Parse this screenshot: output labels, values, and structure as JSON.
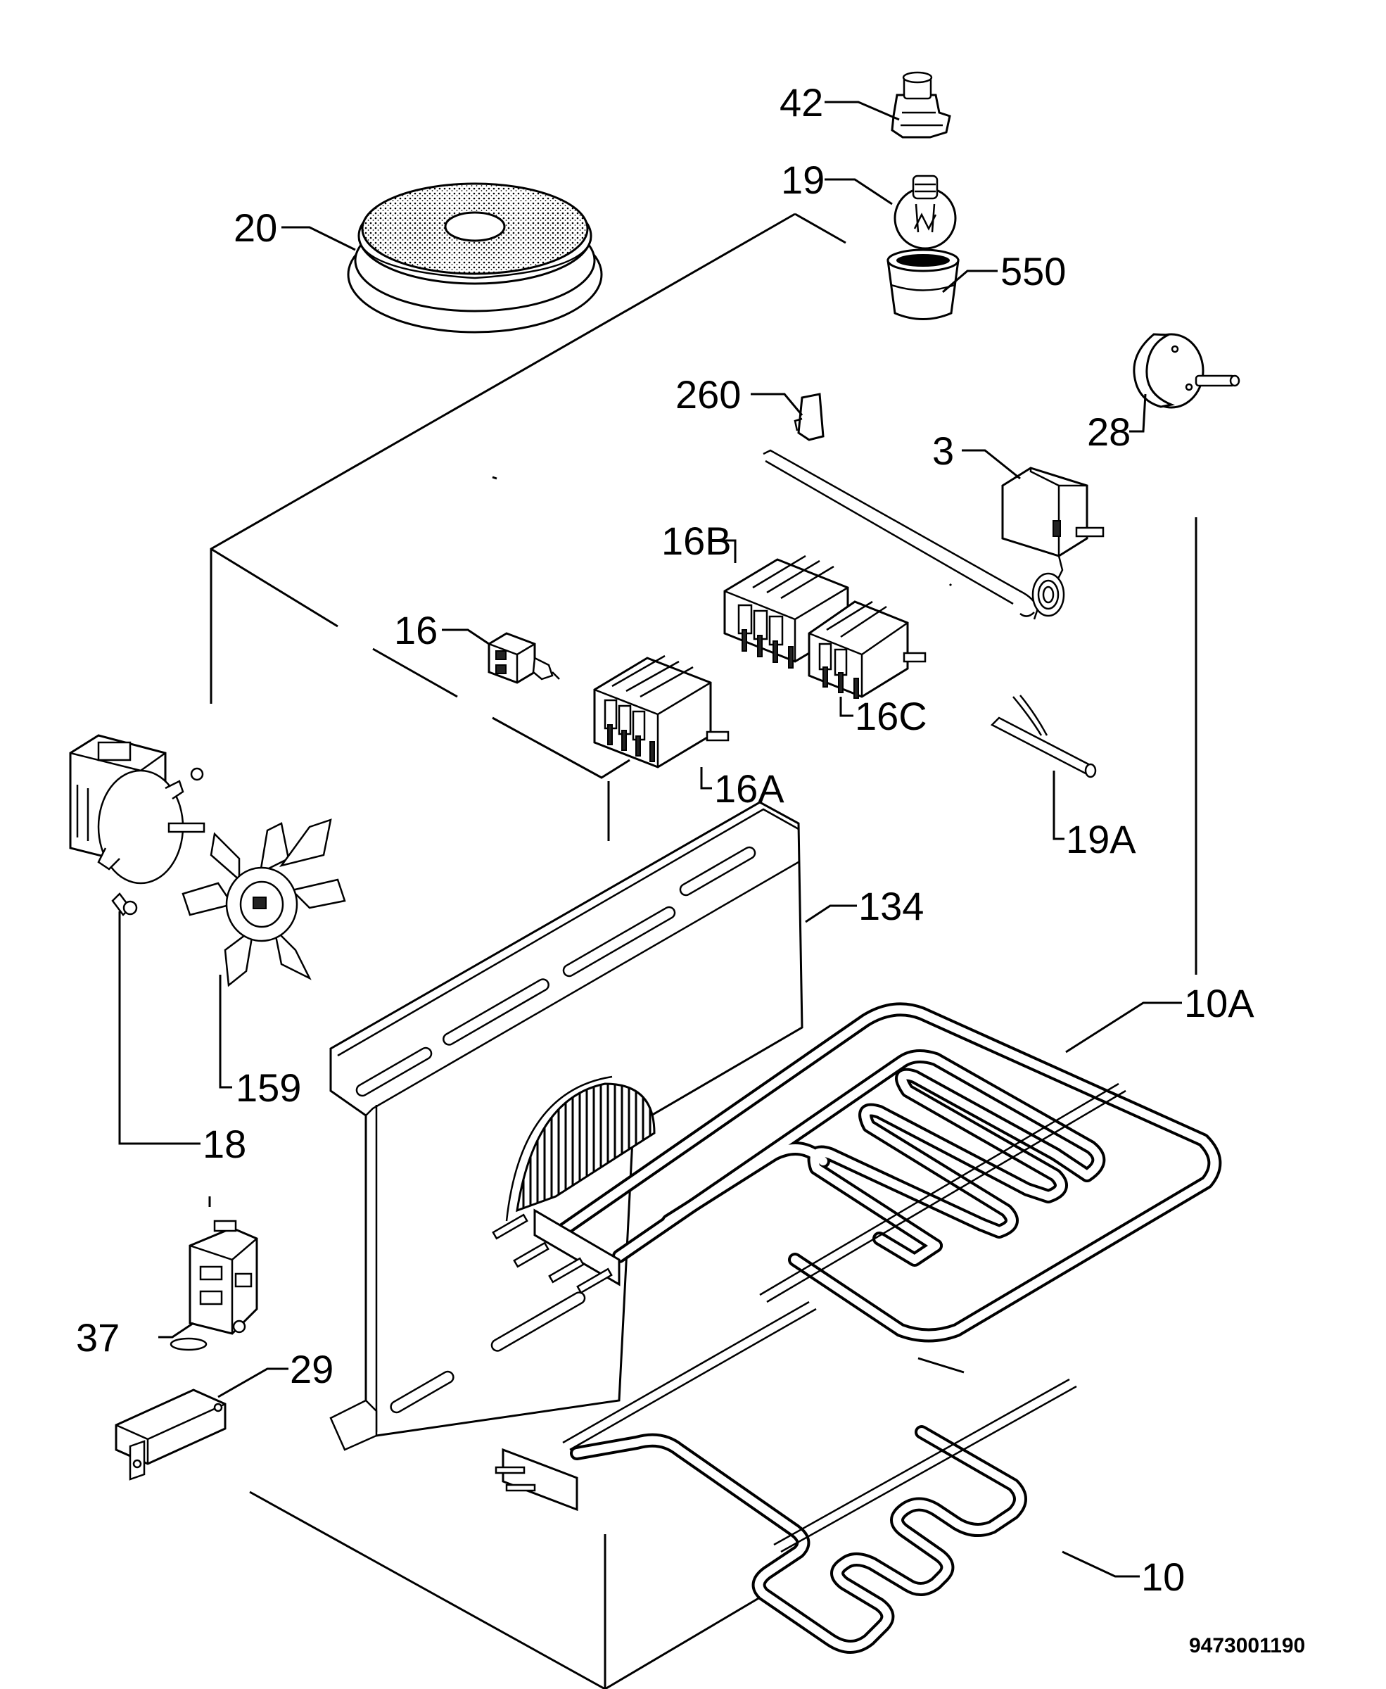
{
  "labels": {
    "l42": "42",
    "l19": "19",
    "l20": "20",
    "l550": "550",
    "l28": "28",
    "l260": "260",
    "l3": "3",
    "l16B": "16B",
    "l16": "16",
    "l16C": "16C",
    "l16A": "16A",
    "l19A": "19A",
    "l134": "134",
    "l10A": "10A",
    "l159": "159",
    "l18": "18",
    "l37": "37",
    "l29": "29",
    "l10": "10"
  },
  "document_code": "9473001190"
}
